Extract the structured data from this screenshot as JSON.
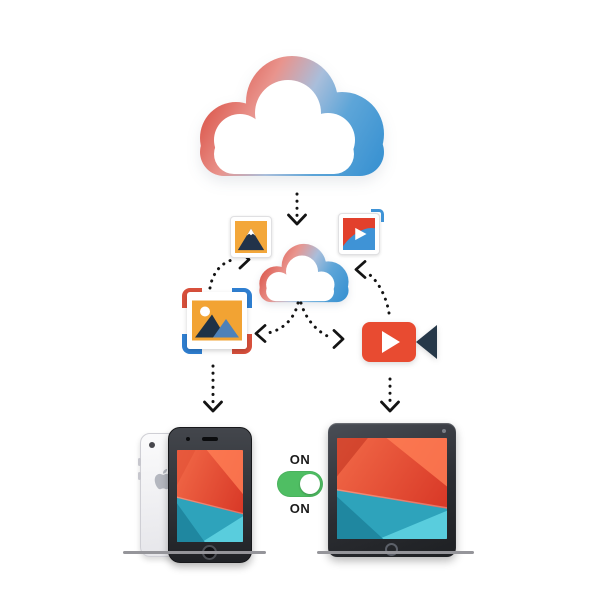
{
  "scene": {
    "toggle": {
      "top_label": "ON",
      "bottom_label": "ON",
      "state": "on"
    },
    "icons": {
      "cloud_large": "cloud-storage-icon",
      "cloud_small": "cloud-sync-icon",
      "photo_thumb": "photo-thumbnail-icon",
      "video_thumb": "video-thumbnail-icon",
      "photo_frame": "photo-frame-icon",
      "video_camera": "video-camera-icon",
      "iphone": "iphone-illustration",
      "ipad": "ipad-illustration",
      "apple_logo": "apple-logo-icon",
      "arrows": "dotted-sync-arrows"
    },
    "colors": {
      "cloud_red": "#da5044",
      "cloud_blue": "#3b93d2",
      "photo_orange": "#f2a333",
      "mountain_navy": "#1f3246",
      "mountain_blue": "#4e81b8",
      "video_red": "#e84b31",
      "lens_navy": "#263849",
      "bracket_red": "#d8503c",
      "bracket_blue": "#2f7fd1",
      "toggle_green": "#4fbe63",
      "wallpaper_red": "#e8502f",
      "wallpaper_teal": "#2ea3bb",
      "arrow_black": "#141414",
      "background": "#ffffff"
    }
  }
}
